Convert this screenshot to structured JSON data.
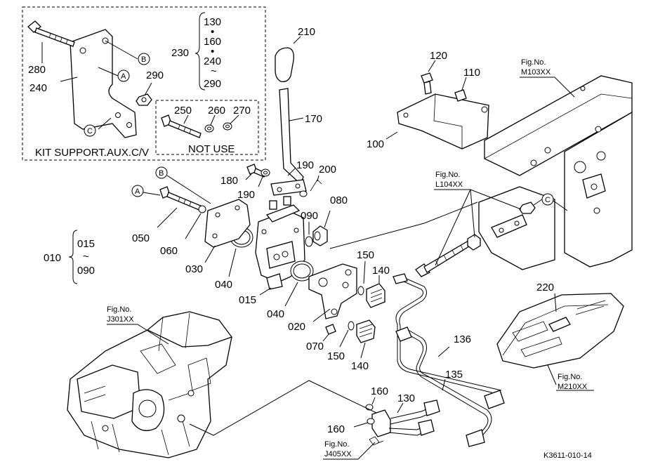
{
  "callouts": {
    "c010": "010",
    "c015": "015",
    "c020": "020",
    "c030": "030",
    "c040a": "040",
    "c040b": "040",
    "c050": "050",
    "c060": "060",
    "c070": "070",
    "c080": "080",
    "c090": "090",
    "c100": "100",
    "c110": "110",
    "c120": "120",
    "c130": "130",
    "c135": "135",
    "c136": "136",
    "c140a": "140",
    "c140b": "140",
    "c150a": "150",
    "c150b": "150",
    "c160a": "160",
    "c160b": "160",
    "c170": "170",
    "c180": "180",
    "c190a": "190",
    "c190b": "190",
    "c200": "200",
    "c210": "210",
    "c220": "220",
    "c230": "230",
    "c240": "240",
    "c250": "250",
    "c260": "260",
    "c270": "270",
    "c280": "280",
    "c290": "290"
  },
  "range_230": {
    "v1": "130",
    "v2": "160",
    "v3": "240",
    "v4": "290",
    "dot": "•",
    "tilde": "~"
  },
  "range_010": {
    "from": "015",
    "tilde": "~",
    "to": "090"
  },
  "markers": {
    "a": "A",
    "b": "B",
    "c": "C"
  },
  "kit_box": {
    "caption": "KIT SUPPORT.AUX.C/V"
  },
  "not_use_box": {
    "caption": "NOT USE"
  },
  "fig_refs": {
    "m103": {
      "l1": "Fig.No.",
      "l2": "M103XX"
    },
    "l104": {
      "l1": "Fig.No.",
      "l2": "L104XX"
    },
    "j301": {
      "l1": "Fig.No.",
      "l2": "J301XX"
    },
    "m210": {
      "l1": "Fig.No.",
      "l2": "M210XX"
    },
    "j405": {
      "l1": "Fig.No.",
      "l2": "J405XX"
    }
  },
  "drawing_code": "K3611-010-14"
}
